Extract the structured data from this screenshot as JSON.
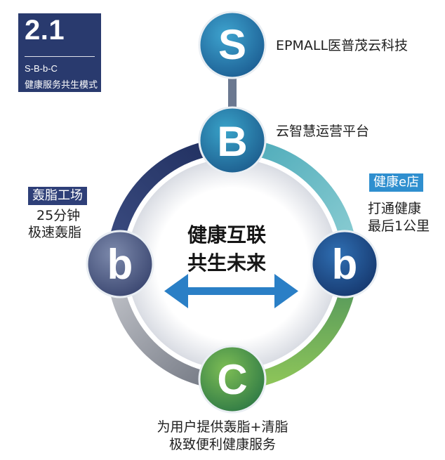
{
  "badge": {
    "number": "2.1",
    "line1": "S-B-b-C",
    "line2": "健康服务共生模式"
  },
  "nodes": {
    "S": {
      "letter": "S",
      "label": "EPMALL医普茂云科技"
    },
    "B": {
      "letter": "B",
      "label": "云智慧运营平台"
    },
    "b_left": {
      "letter": "b",
      "tag": "轰脂工场",
      "line1": "25分钟",
      "line2": "极速轰脂"
    },
    "b_right": {
      "letter": "b",
      "tag": "健康e店",
      "line1": "打通健康",
      "line2": "最后1公里"
    },
    "C": {
      "letter": "C",
      "line1": "为用户提供轰脂+清脂",
      "line2": "极致便利健康服务"
    }
  },
  "center": {
    "line1": "健康互联",
    "line2": "共生未来"
  },
  "colors": {
    "navy": "#293a6e",
    "teal": "#5ab3c0",
    "green": "#76b14c",
    "gray": "#9c9fa8",
    "arrow": "#2a7fc6",
    "tag_left": "#2e3f78",
    "tag_right": "#2f8fcf"
  }
}
